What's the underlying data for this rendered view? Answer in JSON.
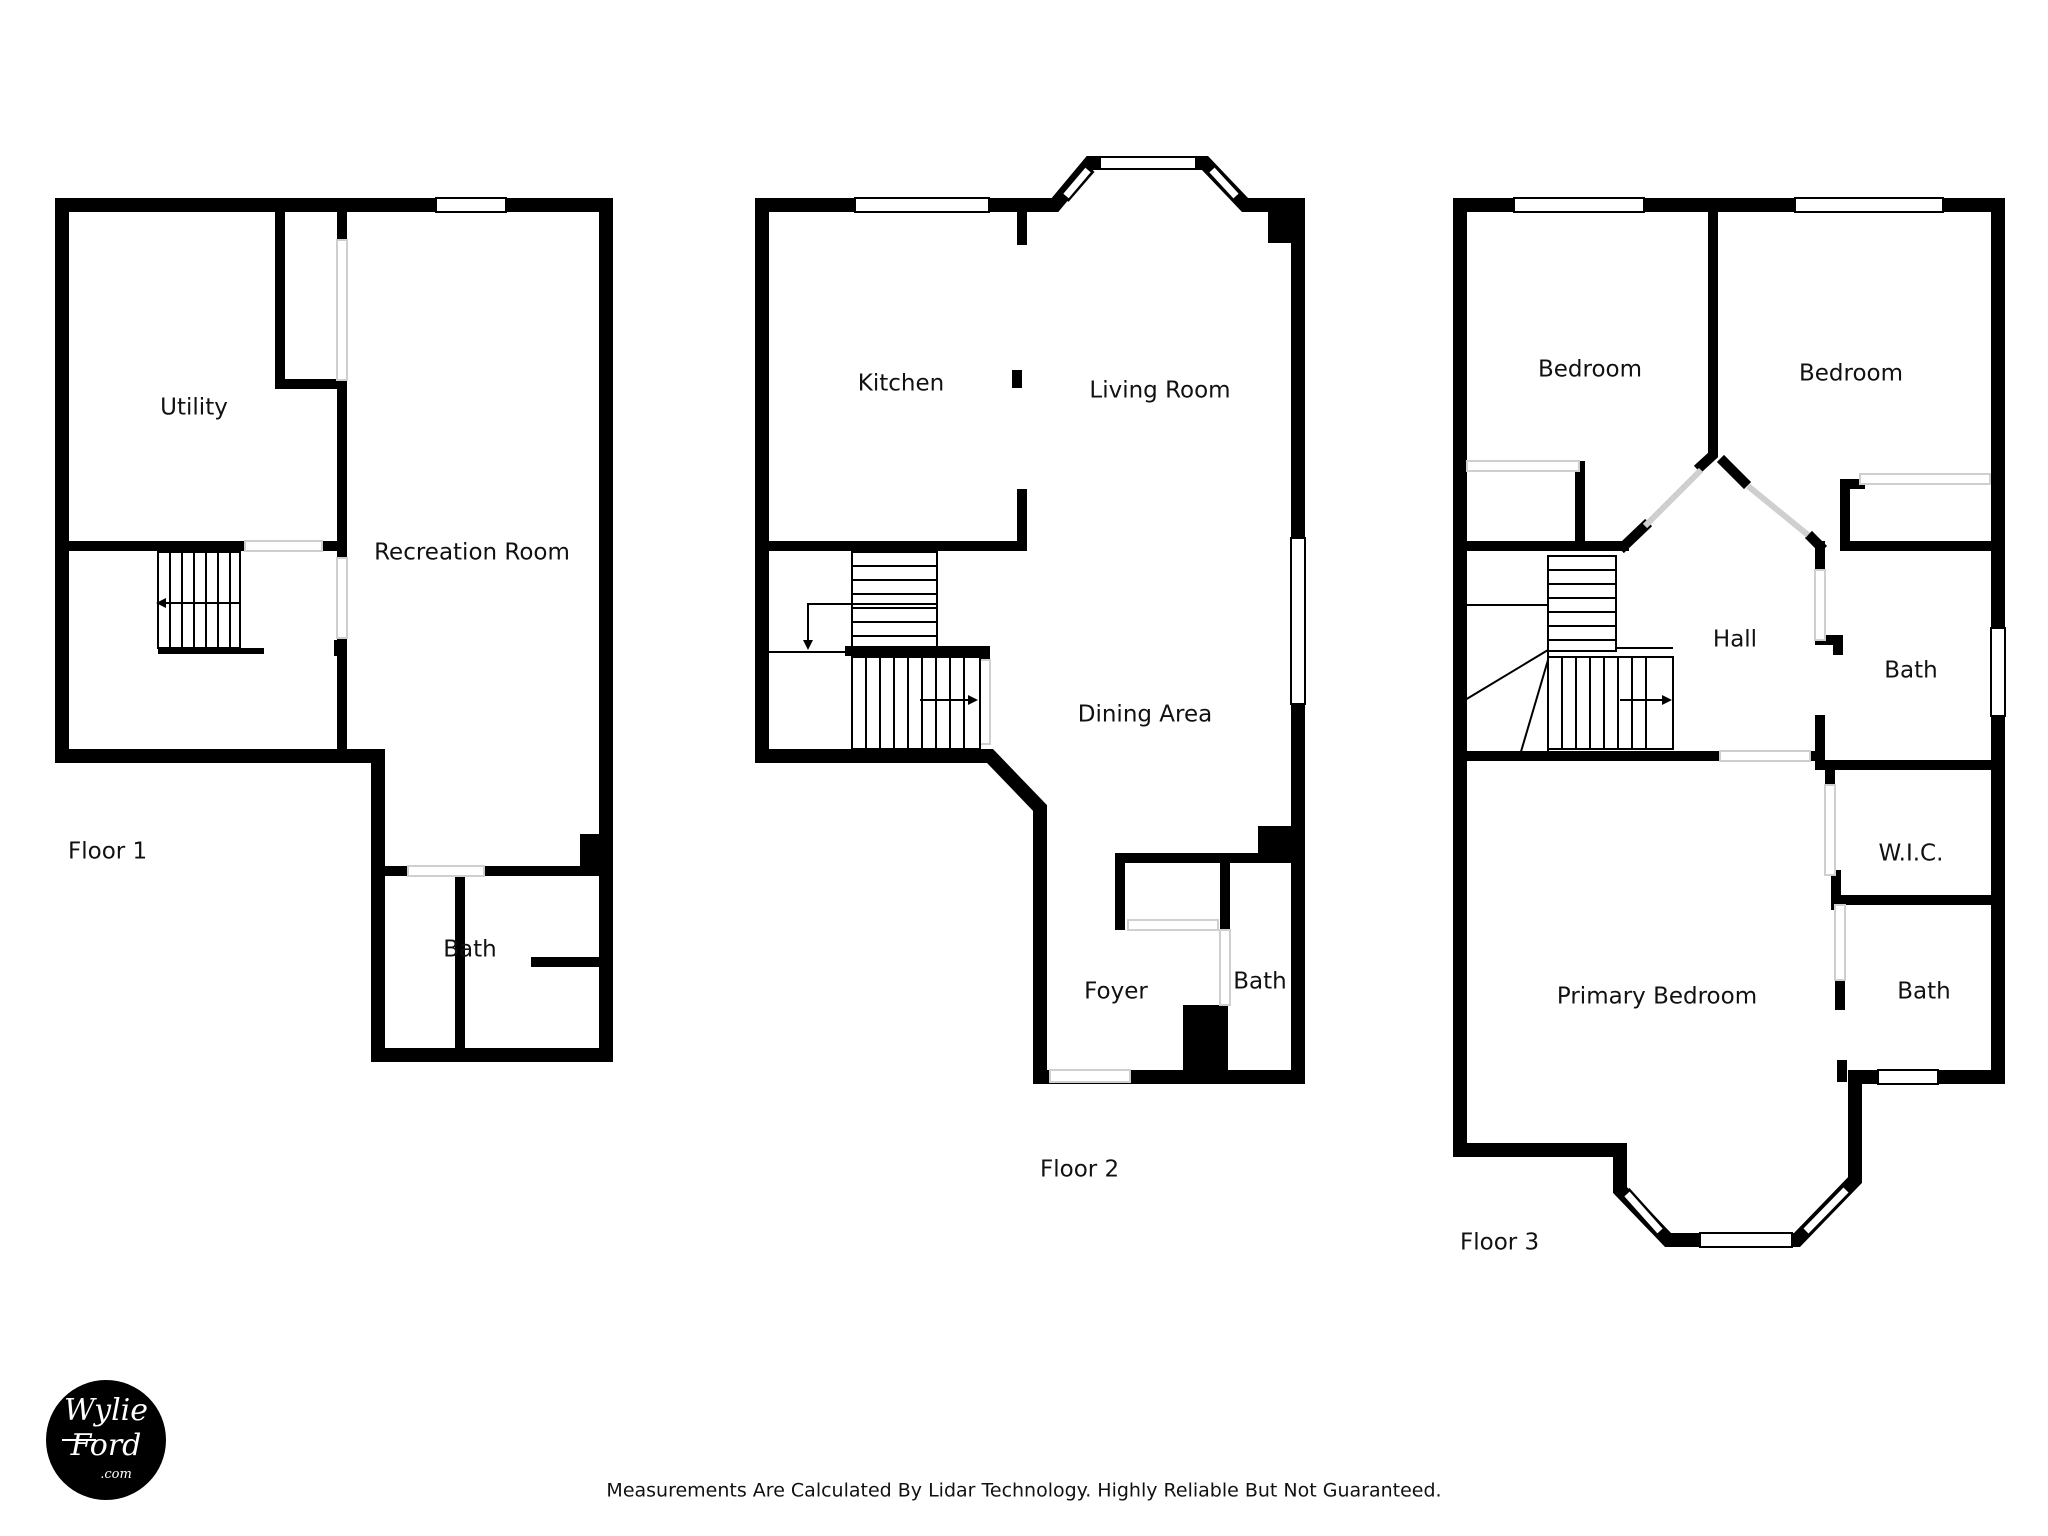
{
  "floors": [
    {
      "name": "Floor 1",
      "rooms": [
        "Utility",
        "Recreation Room",
        "Bath"
      ]
    },
    {
      "name": "Floor 2",
      "rooms": [
        "Kitchen",
        "Living Room",
        "Dining Area",
        "Foyer",
        "Bath"
      ]
    },
    {
      "name": "Floor 3",
      "rooms": [
        "Bedroom",
        "Bedroom",
        "Hall",
        "Bath",
        "W.I.C.",
        "Primary Bedroom",
        "Bath"
      ]
    }
  ],
  "disclaimer": "Measurements Are Calculated By Lidar Technology. Highly Reliable But Not Guaranteed.",
  "logo": {
    "line1": "Wylie",
    "line2": "Ford",
    "line3": ".com"
  },
  "colors": {
    "wall": "#000000",
    "background": "#ffffff"
  }
}
